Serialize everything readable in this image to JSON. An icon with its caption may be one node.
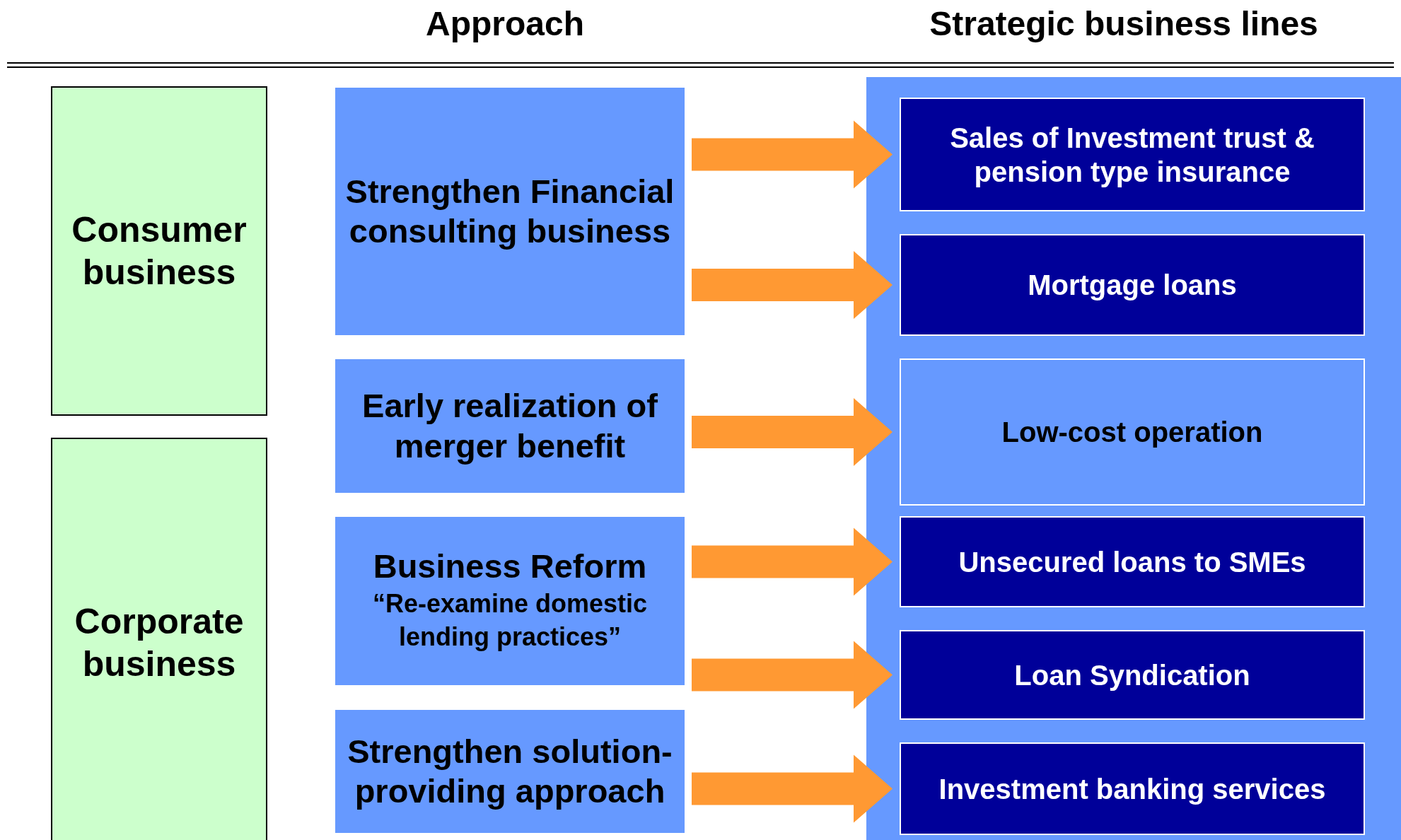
{
  "diagram": {
    "nodes": [
      {
        "text": [
          "Consumer business"
        ]
      },
      {
        "text": [
          "Corporate business"
        ]
      },
      {
        "text": [
          "Strengthen Financial consulting business"
        ]
      },
      {
        "text": [
          "Early realization of merger benefit"
        ]
      },
      {
        "text": [
          "Business Reform",
          "“Re-examine domestic lending practices”"
        ]
      },
      {
        "text": [
          "Strengthen solution-providing approach"
        ]
      },
      {
        "text": [],
        "shape": "box"
      },
      {
        "text": [
          "Sales of Investment trust & pension type insurance"
        ],
        "in": 6
      },
      {
        "text": [
          "Mortgage loans"
        ],
        "in": 6
      },
      {
        "text": [
          "Low-cost operation"
        ],
        "in": 6
      },
      {
        "text": [
          "Unsecured loans to SMEs"
        ],
        "in": 6
      },
      {
        "text": [
          "Loan Syndication"
        ],
        "in": 6
      },
      {
        "text": [
          "Investment banking services"
        ],
        "in": 6
      }
    ],
    "edges": [
      {
        "from": 2,
        "to": 7,
        "arrow": "to"
      },
      {
        "from": 2,
        "to": 8,
        "arrow": "to"
      },
      {
        "from": 3,
        "to": 9,
        "arrow": "to"
      },
      {
        "from": 4,
        "to": 10,
        "arrow": "to"
      },
      {
        "from": 4,
        "to": 11,
        "arrow": "to"
      },
      {
        "from": 5,
        "to": 12,
        "arrow": "to"
      }
    ],
    "labels": [
      "Approach",
      "Strategic business lines"
    ]
  }
}
